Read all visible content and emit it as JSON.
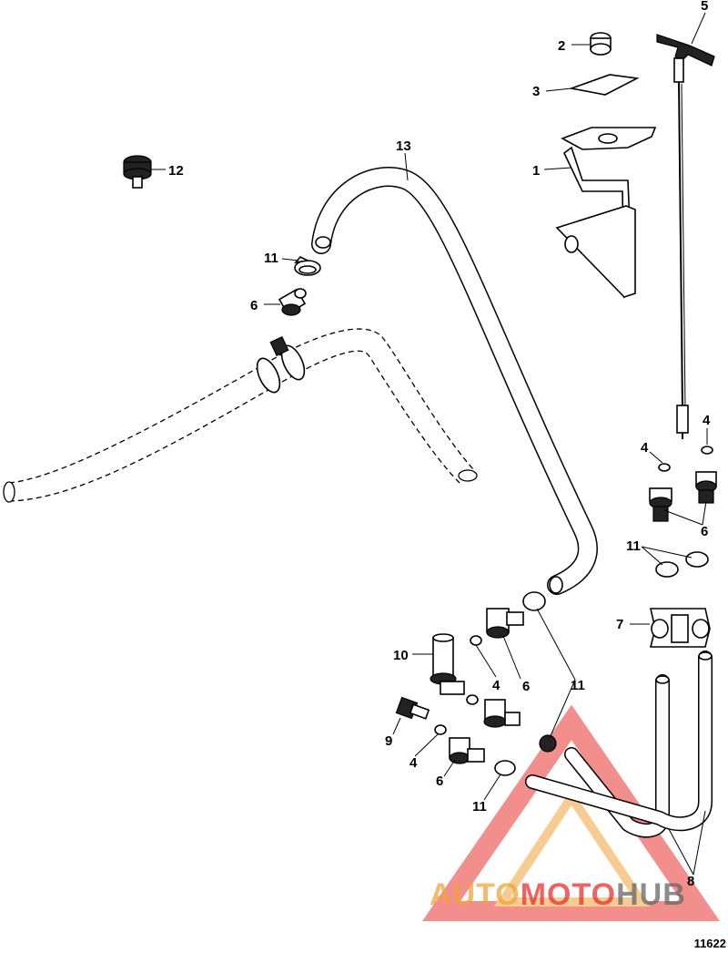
{
  "figure_number": "11622",
  "watermark": {
    "part1": "AUTO",
    "part2": "MOTO",
    "part3": "HUB",
    "color_orange": "#f2a43a",
    "color_red": "#e8322f",
    "color_gray": "#666666"
  },
  "callouts": {
    "c1": "1",
    "c2": "2",
    "c3": "3",
    "c4a": "4",
    "c4b": "4",
    "c4c": "4",
    "c4d": "4",
    "c5": "5",
    "c6a": "6",
    "c6b": "6",
    "c6c": "6",
    "c6d": "6",
    "c7": "7",
    "c8": "8",
    "c9": "9",
    "c10": "10",
    "c11a": "11",
    "c11b": "11",
    "c11c": "11",
    "c11d": "11",
    "c12": "12",
    "c13": "13"
  }
}
